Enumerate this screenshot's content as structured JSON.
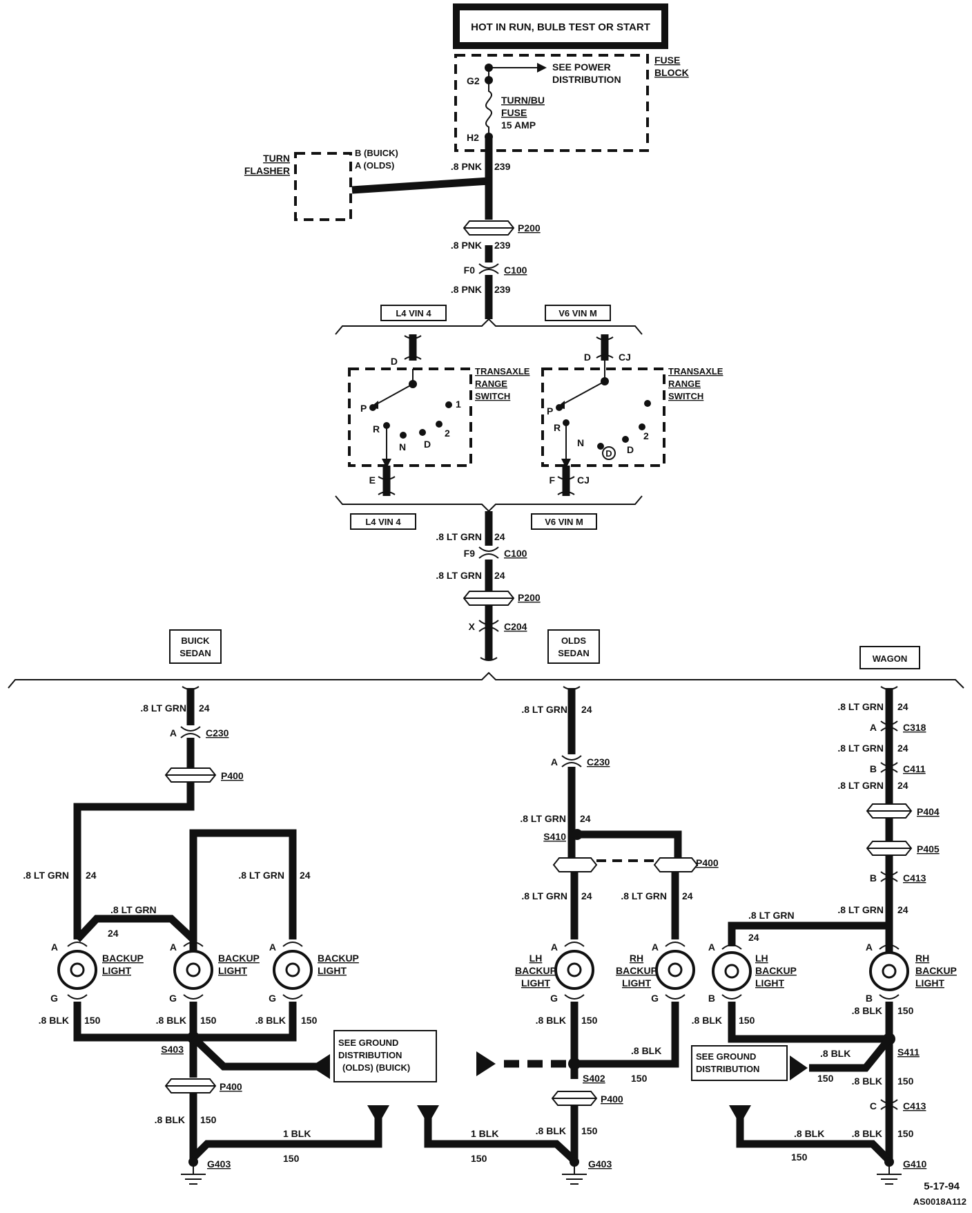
{
  "header": {
    "title": "HOT IN RUN, BULB TEST OR START"
  },
  "fuse_block": {
    "label_1": "FUSE",
    "label_2": "BLOCK",
    "see_1": "SEE POWER",
    "see_2": "DISTRIBUTION",
    "pin_top": "G2",
    "pin_bottom": "H2",
    "fuse_1": "TURN/BU",
    "fuse_2": "FUSE",
    "fuse_3": "15 AMP"
  },
  "turn_flasher": {
    "label_1": "TURN",
    "label_2": "FLASHER",
    "pin_b": "B  (BUICK)",
    "pin_a": "A  (OLDS)"
  },
  "wires": {
    "pnk": ".8 PNK",
    "pnk_circuit": "239",
    "ltgrn": ".8 LT GRN",
    "ltgrn_circuit": "24",
    "blk": ".8 BLK",
    "blk_circuit": "150",
    "blk1": "1 BLK"
  },
  "connectors": {
    "p200": "P200",
    "c100": "C100",
    "f0": "F0",
    "f9": "F9",
    "c204": "C204",
    "x": "X",
    "c230": "C230",
    "a": "A",
    "b": "B",
    "c": "C",
    "p400": "P400",
    "s410": "S410",
    "c318": "C318",
    "c411": "C411",
    "p404": "P404",
    "p405": "P405",
    "c413": "C413",
    "s403": "S403",
    "s402": "S402",
    "s411": "S411",
    "g403": "G403",
    "g410": "G410",
    "g": "G"
  },
  "switch": {
    "l4_vin": "L4  VIN  4",
    "v6_vin": "V6  VIN  M",
    "trs_1": "TRANSAXLE",
    "trs_2": "RANGE",
    "trs_3": "SWITCH",
    "pin_d": "D",
    "pin_e": "E",
    "pin_f": "F",
    "pin_cj": "CJ",
    "pos_p": "P",
    "pos_r": "R",
    "pos_n": "N",
    "pos_d": "D",
    "pos_2": "2",
    "pos_1": "1",
    "pos_circled_d": "D"
  },
  "variants": {
    "buick_1": "BUICK",
    "buick_2": "SEDAN",
    "olds_1": "OLDS",
    "olds_2": "SEDAN",
    "wagon": "WAGON"
  },
  "lights": {
    "backup_1": "BACKUP",
    "backup_2": "LIGHT",
    "lh": "LH",
    "rh": "RH"
  },
  "ground": {
    "see_buick_1": "SEE  GROUND",
    "see_buick_2": "DISTRIBUTION",
    "see_buick_3": "(OLDS) (BUICK)",
    "see_wagon_1": "SEE  GROUND",
    "see_wagon_2": "DISTRIBUTION"
  },
  "footer": {
    "date": "5-17-94",
    "code": "AS0018A112"
  }
}
